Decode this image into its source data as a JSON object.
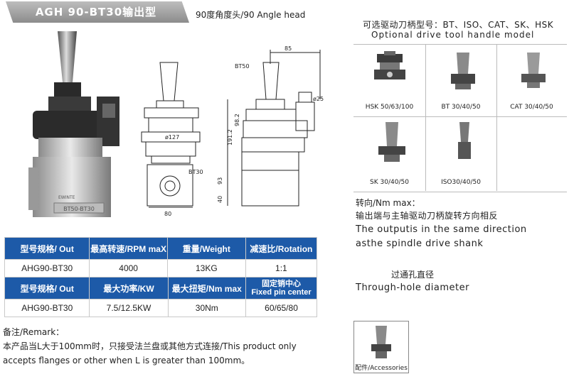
{
  "header": {
    "title": "AGH 90-BT30输出型",
    "subtitle": "90度角度头/90 Angle head"
  },
  "drawing": {
    "label_85": "85",
    "label_bt50": "BT50",
    "label_phi25": "ø25",
    "label_phi127": "ø127",
    "label_982": "98.2",
    "label_1912": "191.2",
    "label_93": "93",
    "label_40": "40",
    "label_80": "80",
    "label_bt30": "BT30",
    "product_plate": "BT50-BT30",
    "brand": "EWINTE"
  },
  "spec_table_1": {
    "headers": [
      "型号规格/ Out",
      "最高转速/RPM maX",
      "重量/Weight",
      "减速比/Rotation"
    ],
    "values": [
      "AHG90-BT30",
      "4000",
      "13KG",
      "1:1"
    ]
  },
  "spec_table_2": {
    "headers": [
      "型号规格/ Out",
      "最大功率/KW",
      "最大扭矩/Nm max",
      "固定销中心",
      "Fixed pin center"
    ],
    "values": [
      "AHG90-BT30",
      "7.5/12.5KW",
      "30Nm",
      "60/65/80"
    ]
  },
  "remark": {
    "line1": "备注/Remark：",
    "line2": "本产品当L大于100mm时，只接受法兰盘或其他方式连接/This product only",
    "line3": "accepts flanges or other when L is greater than 100mm。"
  },
  "handles": {
    "title_cn": "可选驱动刀柄型号：BT、ISO、CAT、SK、HSK",
    "title_en": "Optional drive tool handle model",
    "items": [
      "HSK 50/63/100",
      "BT 30/40/50",
      "CAT 30/40/50",
      "SK 30/40/50",
      "ISO30/40/50"
    ]
  },
  "rotation": {
    "heading": "转向/Nm max：",
    "line_cn": "输出端与主轴驱动刀柄旋转方向相反",
    "line_en1": "The outputis in the same direction",
    "line_en2": "asthe spindle drive shank"
  },
  "through_hole": {
    "cn": "过通孔直径",
    "en": "Through-hole diameter"
  },
  "accessories": {
    "label": "配件/Accessories"
  },
  "colors": {
    "header_blue": "#1d5aa8",
    "title_gray": "#9a9a9a"
  }
}
